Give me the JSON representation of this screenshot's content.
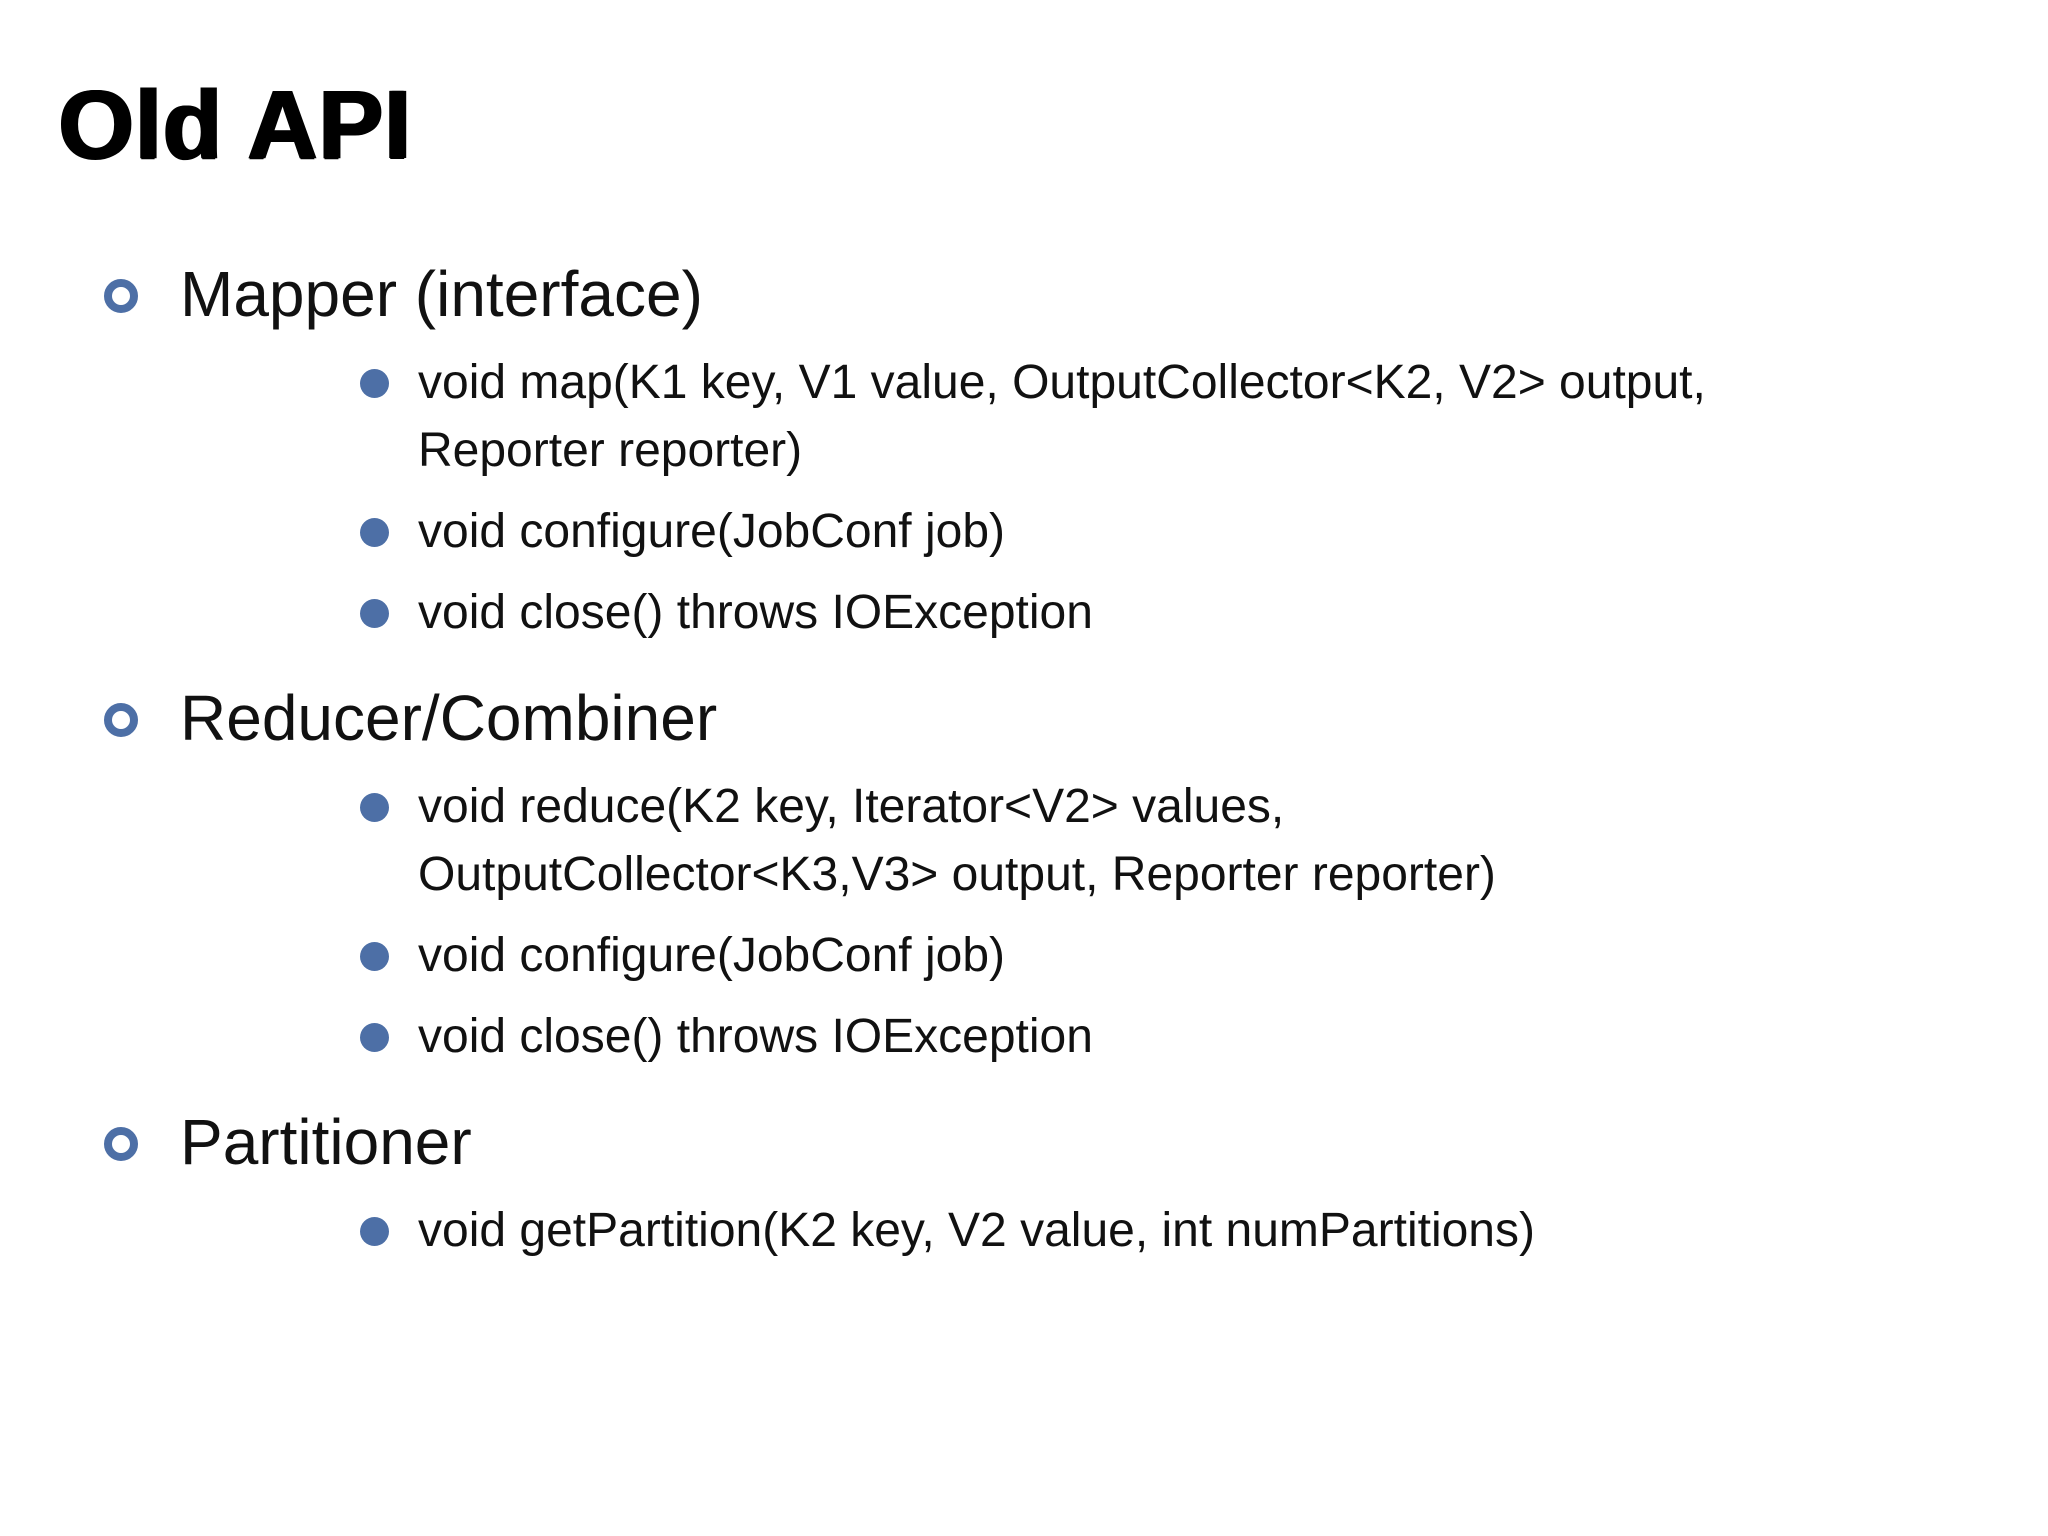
{
  "slide": {
    "title": "Old API",
    "colors": {
      "background": "#ffffff",
      "text": "#111111",
      "bullet_accent": "#4d6fa6"
    },
    "sections": [
      {
        "heading": "Mapper (interface)",
        "items": [
          "void map(K1 key, V1 value, OutputCollector<K2, V2> output,\nReporter reporter)",
          "void configure(JobConf job)",
          "void close() throws IOException"
        ]
      },
      {
        "heading": "Reducer/Combiner",
        "items": [
          "void reduce(K2 key, Iterator<V2> values,\nOutputCollector<K3,V3> output, Reporter reporter)",
          "void configure(JobConf job)",
          "void close() throws IOException"
        ]
      },
      {
        "heading": "Partitioner",
        "items": [
          "void getPartition(K2 key, V2 value, int numPartitions)"
        ]
      }
    ]
  }
}
